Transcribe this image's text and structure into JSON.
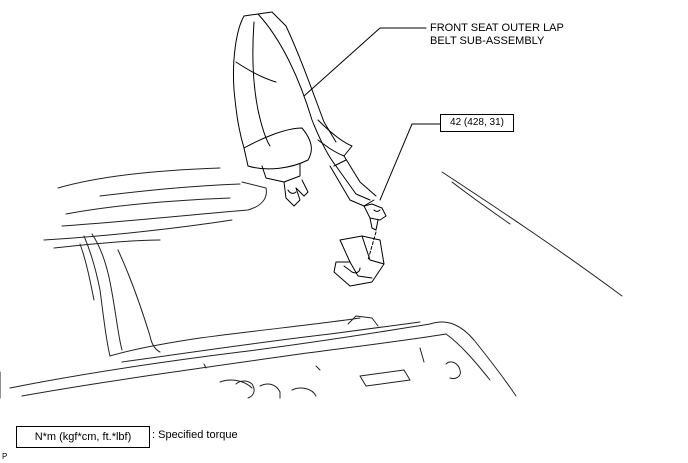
{
  "diagram": {
    "part_label_line1": "FRONT SEAT OUTER LAP",
    "part_label_line2": "BELT SUB-ASSEMBLY",
    "torque_value": "42 (428, 31)",
    "legend_box_text": "N*m (kgf*cm, ft.*lbf)",
    "legend_desc": ": Specified torque",
    "corner_code": "P"
  }
}
